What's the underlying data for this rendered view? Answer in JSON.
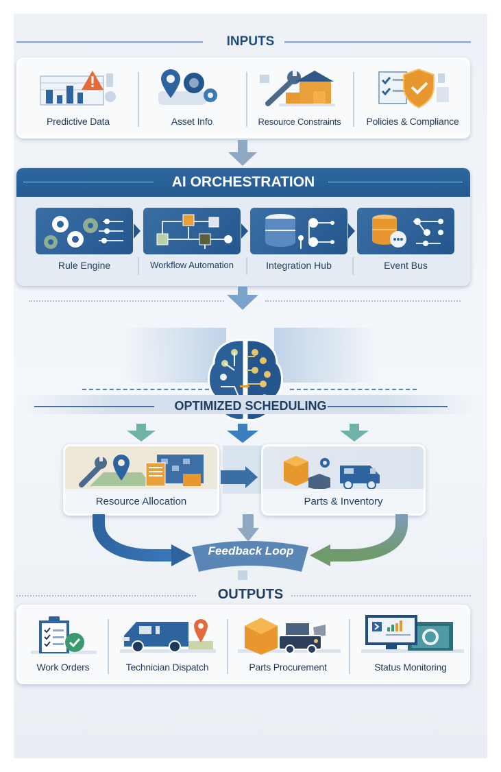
{
  "sections": {
    "inputs": {
      "title": "INPUTS",
      "items": [
        {
          "label": "Predictive Data",
          "icon": "bar-chart-warning-icon"
        },
        {
          "label": "Asset Info",
          "icon": "location-gears-icon"
        },
        {
          "label": "Resource Constraints",
          "icon": "wrench-warehouse-icon"
        },
        {
          "label": "Policies & Compliance",
          "icon": "checklist-shield-icon"
        }
      ]
    },
    "orchestration": {
      "title": "AI ORCHESTRATION",
      "items": [
        {
          "label": "Rule Engine",
          "icon": "gears-icon"
        },
        {
          "label": "Workflow Automation",
          "icon": "workflow-icon"
        },
        {
          "label": "Integration Hub",
          "icon": "database-nodes-icon"
        },
        {
          "label": "Event Bus",
          "icon": "database-chat-icon"
        }
      ]
    },
    "core": {
      "icon": "ai-brain-icon"
    },
    "scheduling": {
      "title": "OPTIMIZED SCHEDULING",
      "items": [
        {
          "label": "Resource Allocation",
          "icon": "wrench-map-calendar-icon"
        },
        {
          "label": "Parts & Inventory",
          "icon": "boxes-van-icon"
        }
      ],
      "feedback_label": "Feedback Loop"
    },
    "outputs": {
      "title": "OUTPUTS",
      "items": [
        {
          "label": "Work Orders",
          "icon": "clipboard-check-icon"
        },
        {
          "label": "Technician Dispatch",
          "icon": "van-location-icon"
        },
        {
          "label": "Parts Procurement",
          "icon": "box-truck-icon"
        },
        {
          "label": "Status Monitoring",
          "icon": "monitor-dashboard-icon"
        }
      ]
    }
  },
  "colors": {
    "primary_blue": "#2a5f98",
    "dark_text": "#1d3a5c",
    "orange": "#e8972e",
    "teal": "#6fb3a8",
    "green": "#3a9a6e"
  }
}
